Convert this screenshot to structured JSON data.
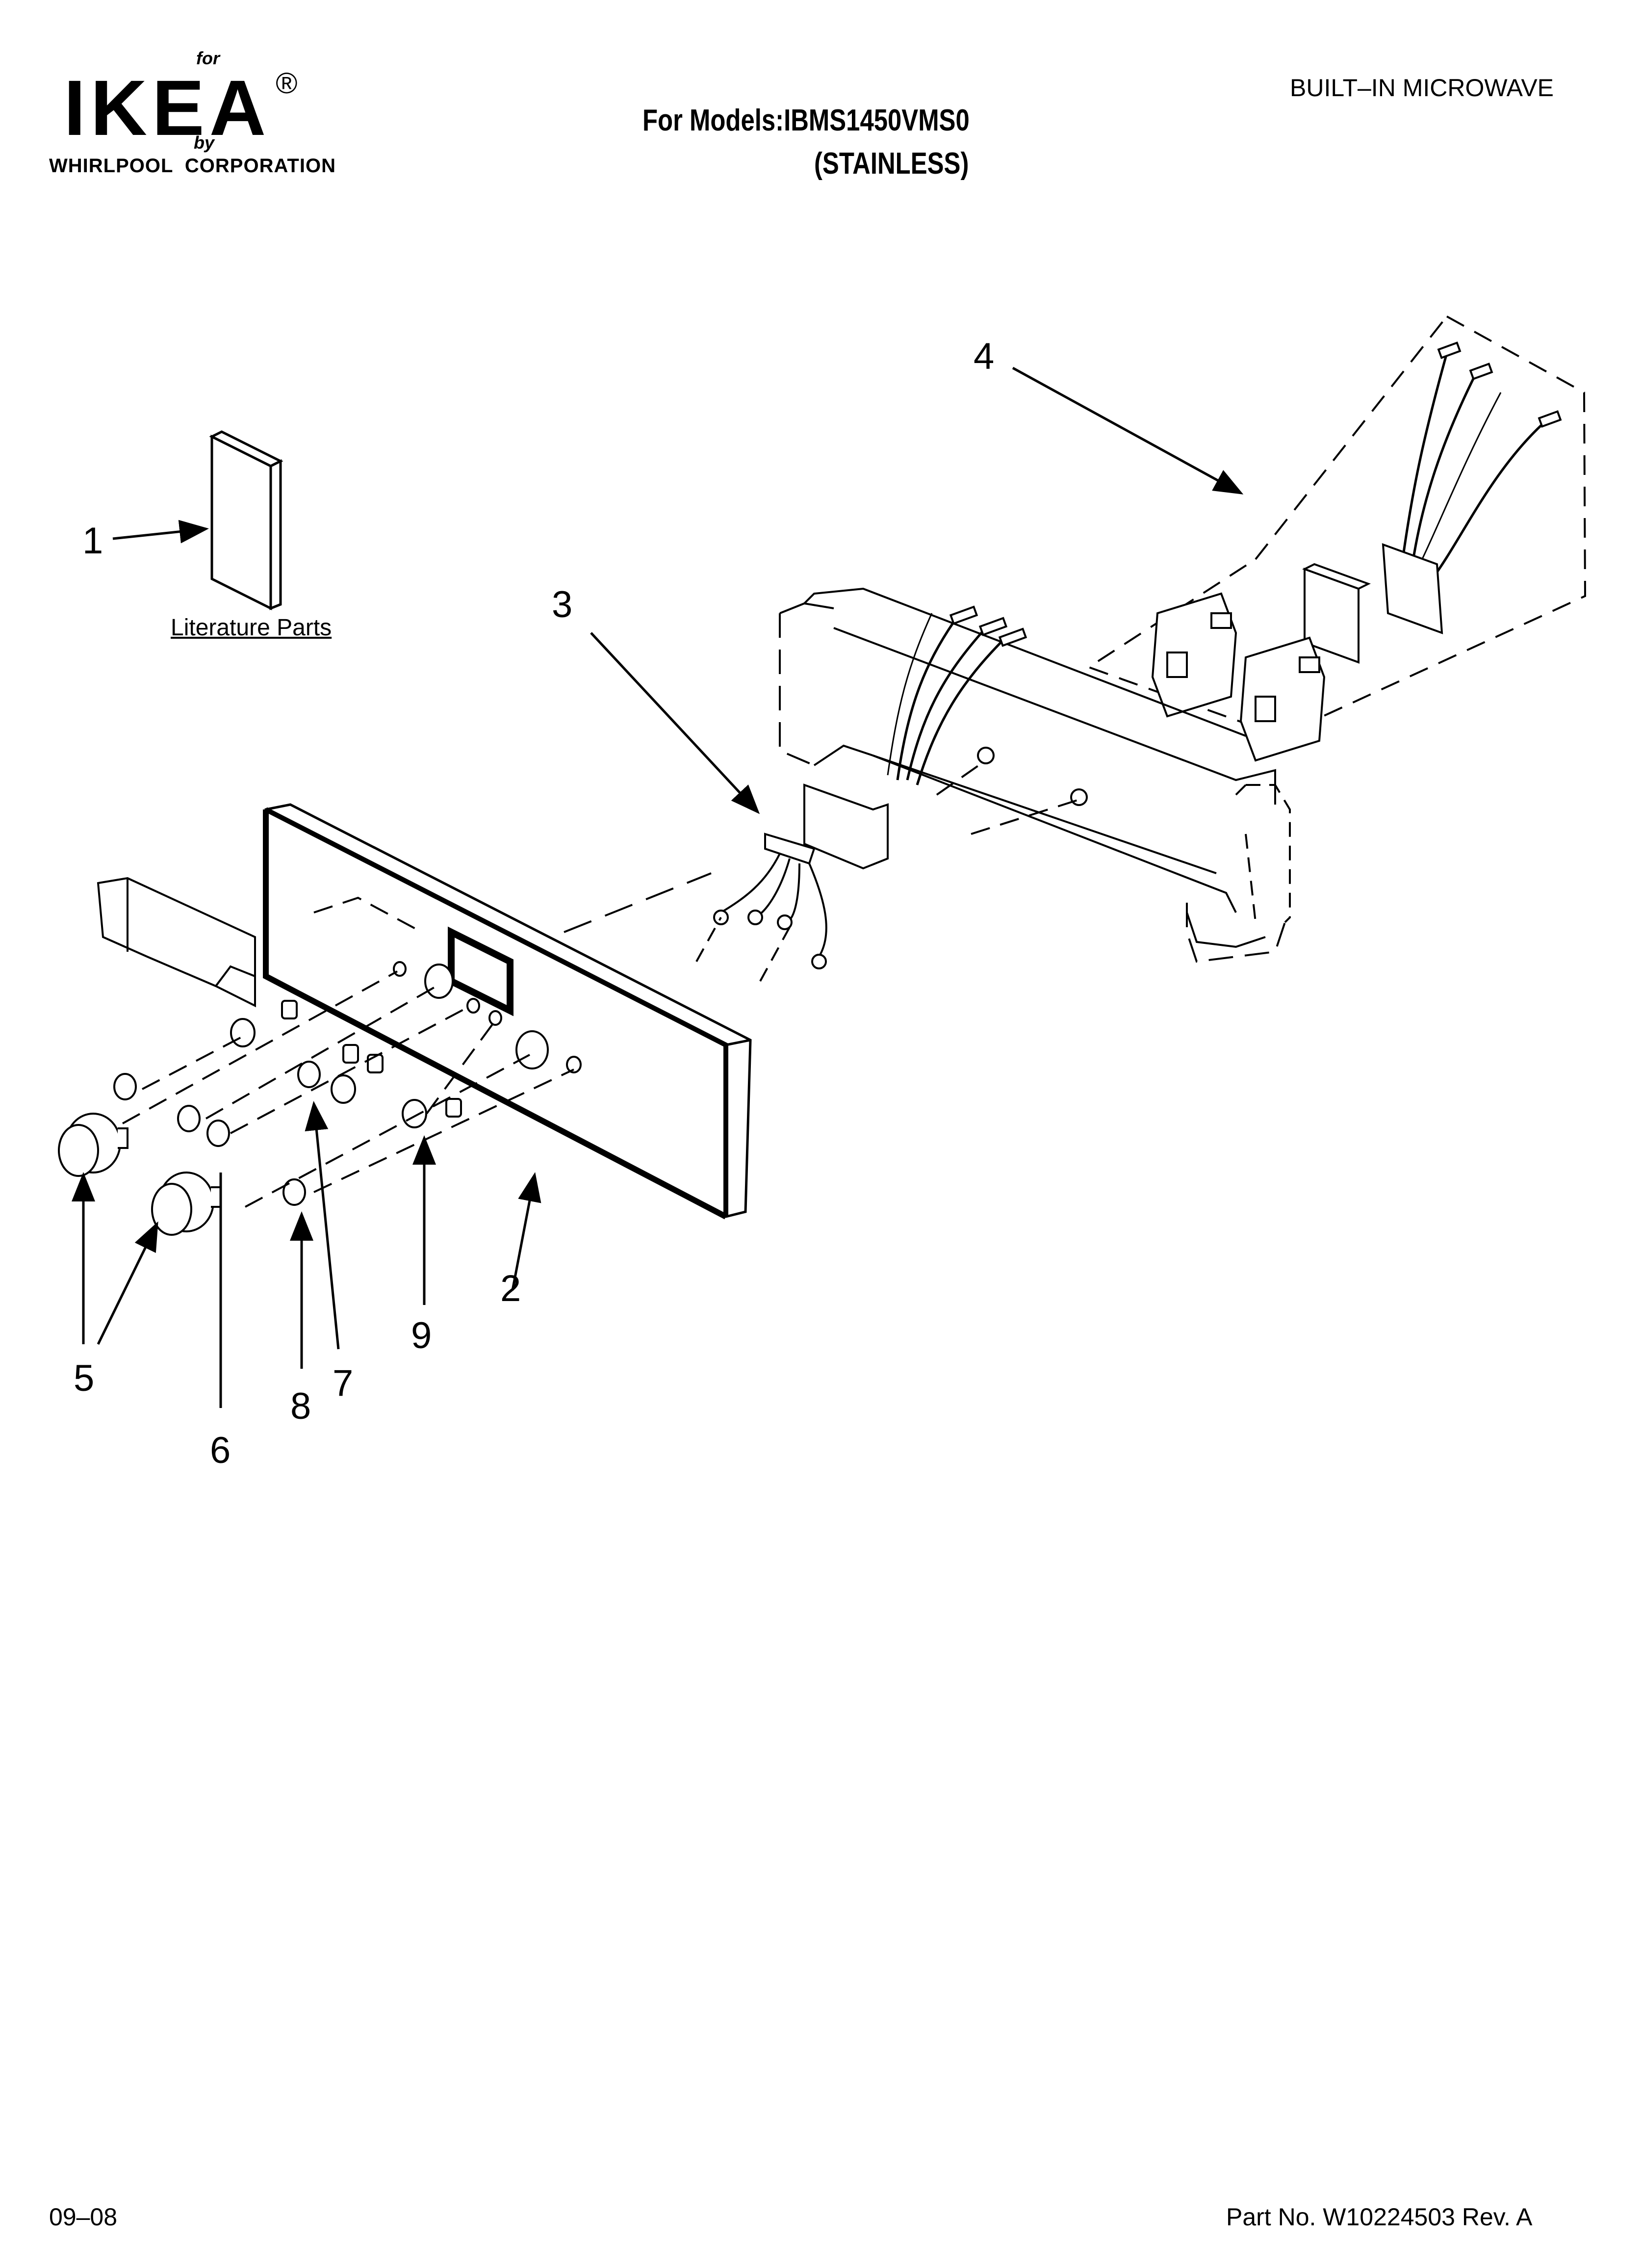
{
  "header": {
    "brand_for": "for",
    "brand_name": "IKEA",
    "brand_registered": "®",
    "brand_by": "by",
    "brand_corp": "WHIRLPOOL  CORPORATION",
    "model_line": "For Models:IBMS1450VMS0",
    "model_variant": "(STAINLESS)",
    "product_type": "BUILT–IN MICROWAVE"
  },
  "diagram": {
    "literature_label": "Literature Parts",
    "callouts": [
      "1",
      "2",
      "3",
      "4",
      "5",
      "6",
      "7",
      "8",
      "9"
    ]
  },
  "footer": {
    "date": "09–08",
    "part_number": "Part No. W10224503 Rev. A"
  }
}
